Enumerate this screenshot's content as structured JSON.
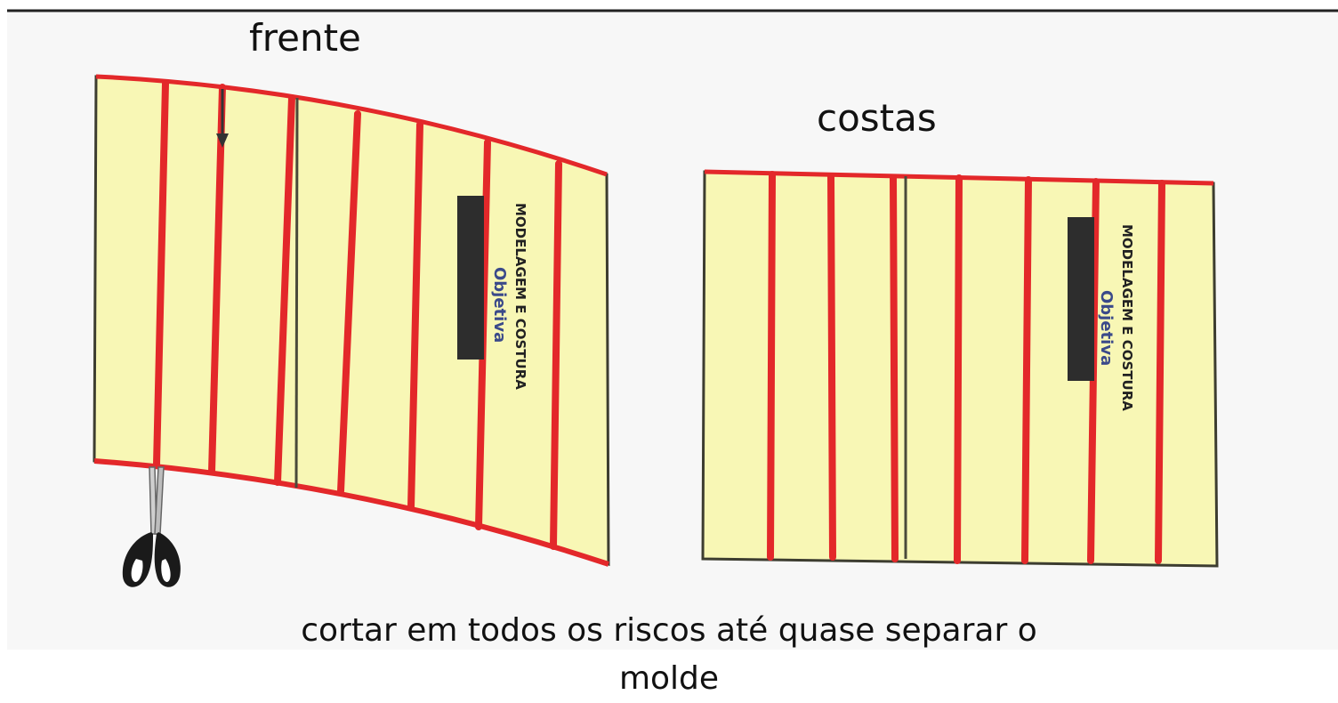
{
  "labels": {
    "front": "frente",
    "back": "costas",
    "instruction_line1": "cortar em todos os riscos até quase separar o",
    "instruction_line2": "molde"
  },
  "watermark": {
    "brand_line1": "MODELAGEM E COSTURA",
    "brand_line2": "Objetiva"
  },
  "colors": {
    "paper": "#f8f7b5",
    "cut_line": "#e3282a",
    "outline": "#4a4a3a",
    "scissors": "#1a1a1a"
  },
  "icons": [
    "scissors-icon",
    "grain-arrow-icon"
  ]
}
